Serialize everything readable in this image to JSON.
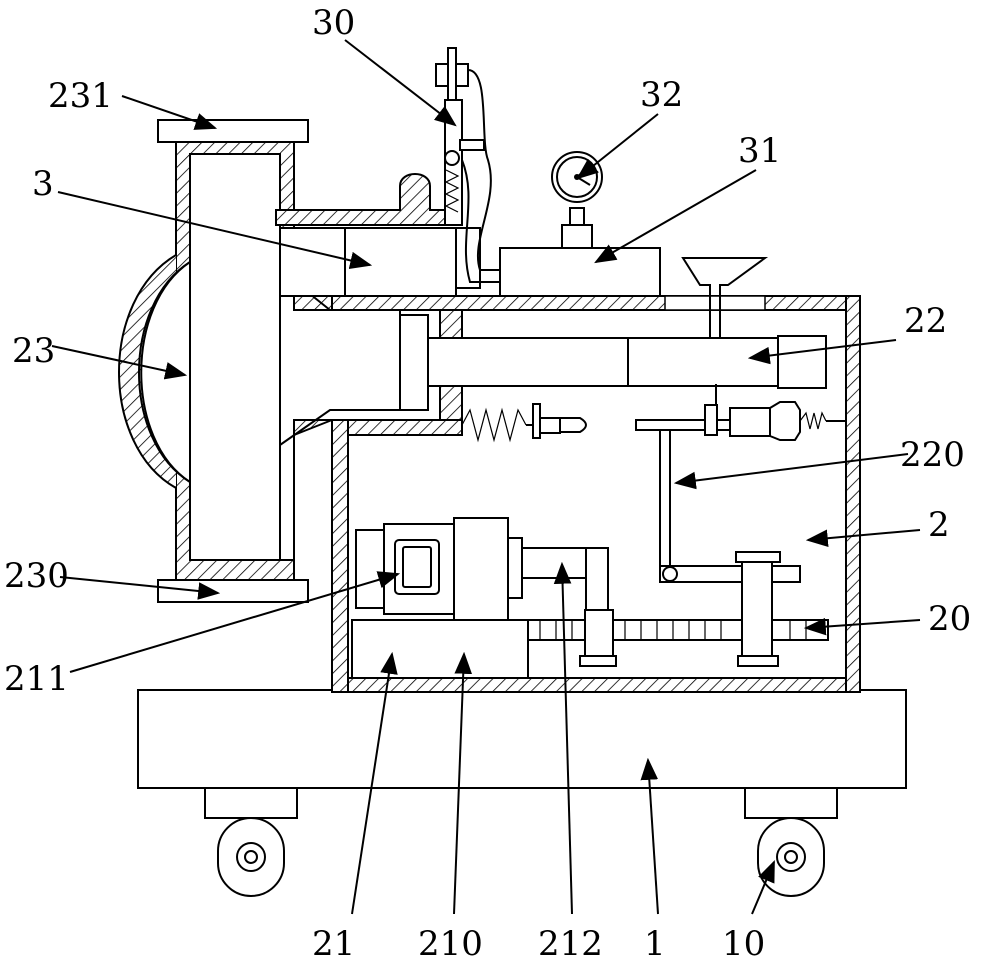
{
  "labels": {
    "l30": "30",
    "l231": "231",
    "l32": "32",
    "l31": "31",
    "l3": "3",
    "l22": "22",
    "l23": "23",
    "l220": "220",
    "l2": "2",
    "l230": "230",
    "l20": "20",
    "l211": "211",
    "l21": "21",
    "l210": "210",
    "l212": "212",
    "l1": "1",
    "l10": "10"
  }
}
